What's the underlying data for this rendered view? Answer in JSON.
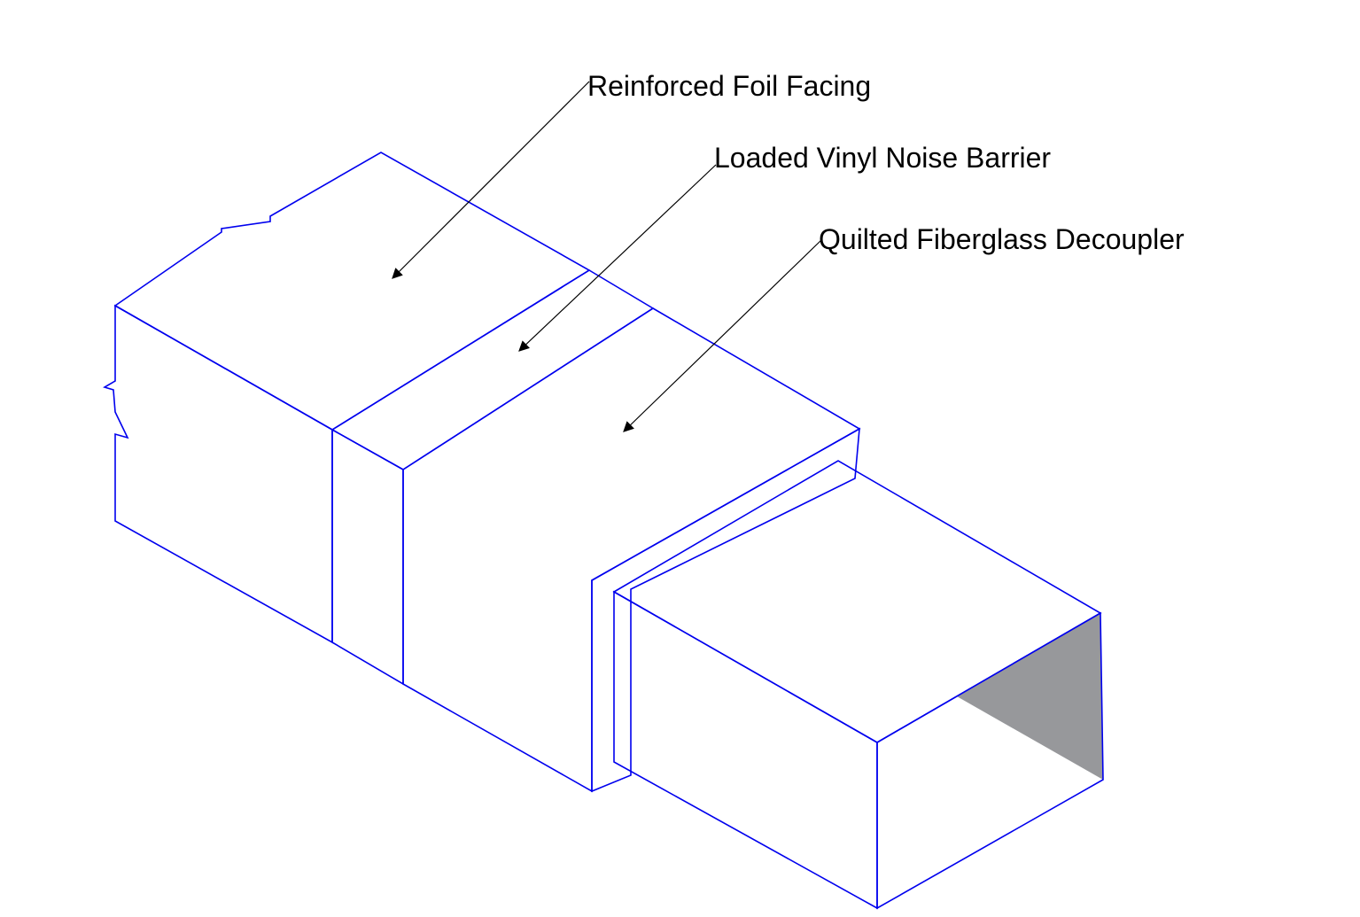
{
  "labels": {
    "foil": "Reinforced Foil Facing",
    "vinyl": "Loaded Vinyl Noise Barrier",
    "fiberglass": "Quilted Fiberglass Decoupler"
  },
  "colors": {
    "outline": "#0000ee",
    "stipple": "#0000ee",
    "vinyl_fill": "#c8c9cb",
    "duct_interior": "#97989b",
    "hex_stroke": "#9a9a9a",
    "leader": "#000000",
    "text": "#000000"
  },
  "legend": [
    {
      "key": "foil",
      "pattern": "stippled dots"
    },
    {
      "key": "vinyl",
      "pattern": "solid gray"
    },
    {
      "key": "fiberglass",
      "pattern": "hexagon quilt"
    }
  ]
}
